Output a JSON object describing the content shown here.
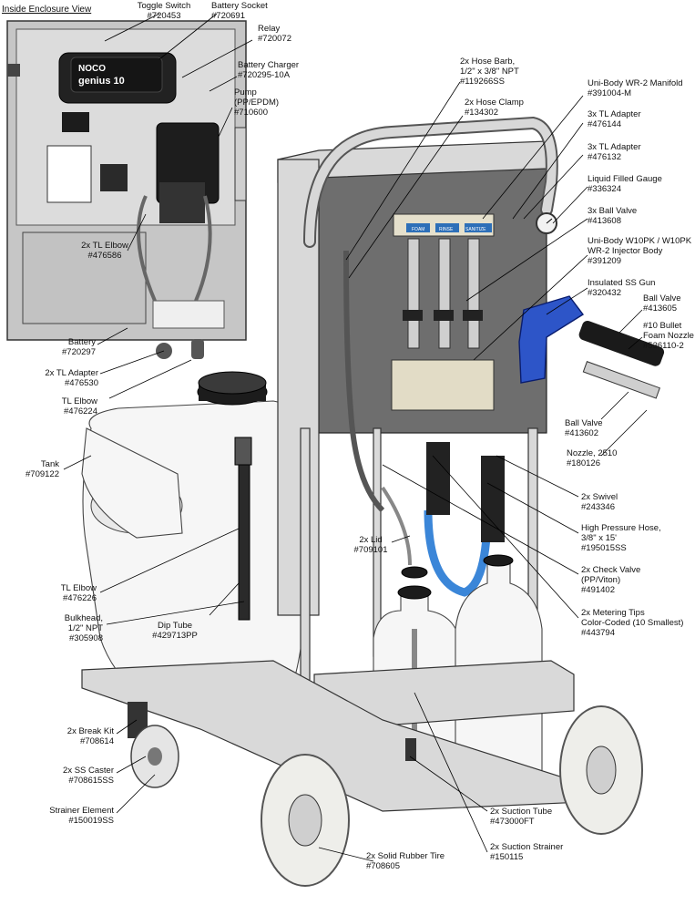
{
  "title": "Inside Enclosure View",
  "device": {
    "charger_brand": "NOCO",
    "charger_model": "genius 10"
  },
  "ports": [
    "FOAM",
    "RINSE",
    "SANITIZE"
  ],
  "callouts": {
    "toggle_switch": [
      "Toggle Switch",
      "#720453"
    ],
    "battery_socket": [
      "Battery Socket",
      "#720691"
    ],
    "relay": [
      "Relay",
      "#720072"
    ],
    "battery_charger": [
      "Battery Charger",
      "#720295-10A"
    ],
    "pump": [
      "Pump",
      "(PP/EPDM)",
      "#710600"
    ],
    "tl_elbow_2x_476586": [
      "2x TL Elbow",
      "#476586"
    ],
    "battery": [
      "Battery",
      "#720297"
    ],
    "tl_adapter_2x_476530": [
      "2x TL Adapter",
      "#476530"
    ],
    "tl_elbow_476224": [
      "TL Elbow",
      "#476224"
    ],
    "tank": [
      "Tank",
      "#709122"
    ],
    "tl_elbow_476226": [
      "TL Elbow",
      "#476226"
    ],
    "bulkhead": [
      "Bulkhead,",
      "1/2\" NPT",
      "#305908"
    ],
    "dip_tube": [
      "Dip Tube",
      "#429713PP"
    ],
    "break_kit": [
      "2x Break Kit",
      "#708614"
    ],
    "ss_caster": [
      "2x SS Caster",
      "#708615SS"
    ],
    "strainer_element": [
      "Strainer Element",
      "#150019SS"
    ],
    "hose_barb": [
      "2x Hose Barb,",
      "1/2\" x 3/8\" NPT",
      "#119266SS"
    ],
    "hose_clamp": [
      "2x Hose Clamp",
      "#134302"
    ],
    "manifold": [
      "Uni-Body WR-2 Manifold",
      "#391004-M"
    ],
    "tl_adapter_476144": [
      "3x TL Adapter",
      "#476144"
    ],
    "tl_adapter_476132": [
      "3x TL Adapter",
      "#476132"
    ],
    "gauge": [
      "Liquid Filled Gauge",
      "#336324"
    ],
    "ball_valve_3x": [
      "3x Ball Valve",
      "#413608"
    ],
    "injector_body": [
      "Uni-Body W10PK / W10PK",
      "WR-2 Injector Body",
      "#391209"
    ],
    "ss_gun": [
      "Insulated SS Gun",
      "#320432"
    ],
    "ball_valve_413605": [
      "Ball Valve",
      "#413605"
    ],
    "bullet_nozzle": [
      "#10 Bullet",
      "Foam Nozzle",
      "#536110-2"
    ],
    "ball_valve_413602": [
      "Ball Valve",
      "#413602"
    ],
    "nozzle_2510": [
      "Nozzle, 2510",
      "#180126"
    ],
    "lid_2x": [
      "2x Lid",
      "#709101"
    ],
    "swivel": [
      "2x Swivel",
      "#243346"
    ],
    "hp_hose": [
      "High Pressure Hose,",
      "3/8\" x 15'",
      "#195015SS"
    ],
    "check_valve": [
      "2x Check Valve",
      "(PP/Viton)",
      "#491402"
    ],
    "metering_tips": [
      "2x Metering Tips",
      "Color-Coded (10 Smallest)",
      "#443794"
    ],
    "suction_tube": [
      "2x Suction Tube",
      "#473000FT"
    ],
    "suction_strainer": [
      "2x Suction Strainer",
      "#150115"
    ],
    "rubber_tire": [
      "2x Solid Rubber Tire",
      "#708605"
    ]
  }
}
